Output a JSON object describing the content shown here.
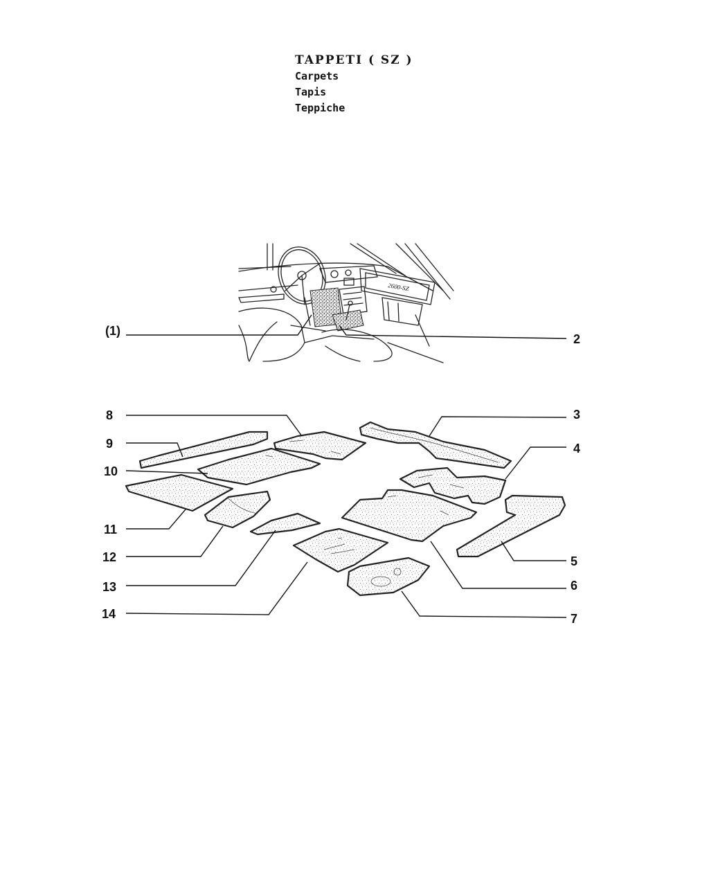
{
  "header": {
    "title_it": "TAPPETI ( SZ )",
    "title_en": "Carpets",
    "title_fr": "Tapis",
    "title_de": "Teppiche"
  },
  "car_view": {
    "badge_text": "2600-SZ"
  },
  "callouts": {
    "c1": "(1)",
    "c2": "2",
    "c3": "3",
    "c4": "4",
    "c5": "5",
    "c6": "6",
    "c7": "7",
    "c8": "8",
    "c9": "9",
    "c10": "10",
    "c11": "11",
    "c12": "12",
    "c13": "13",
    "c14": "14"
  }
}
